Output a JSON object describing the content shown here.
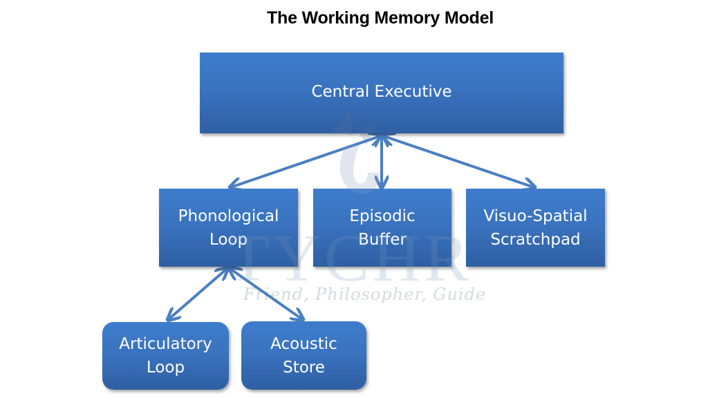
{
  "title": "The Working Memory Model",
  "nodes": {
    "central": "Central Executive",
    "phonological": "Phonological\nLoop",
    "episodic": "Episodic\nBuffer",
    "visuospatial": "Visuo-Spatial\nScratchpad",
    "articulatory": "Articulatory\nLoop",
    "acoustic": "Acoustic\nStore"
  },
  "edges": [
    {
      "from": "central",
      "to": "phonological",
      "type": "bidirectional"
    },
    {
      "from": "central",
      "to": "episodic",
      "type": "bidirectional"
    },
    {
      "from": "central",
      "to": "visuospatial",
      "type": "bidirectional"
    },
    {
      "from": "phonological",
      "to": "articulatory",
      "type": "bidirectional"
    },
    {
      "from": "phonological",
      "to": "acoustic",
      "type": "bidirectional"
    }
  ],
  "colors": {
    "box_fill": "#3a73bf",
    "arrow": "#4a7fc1",
    "text": "#ffffff"
  },
  "watermark": {
    "brand": "TYCHR",
    "tagline": "Friend, Philosopher, Guide"
  }
}
